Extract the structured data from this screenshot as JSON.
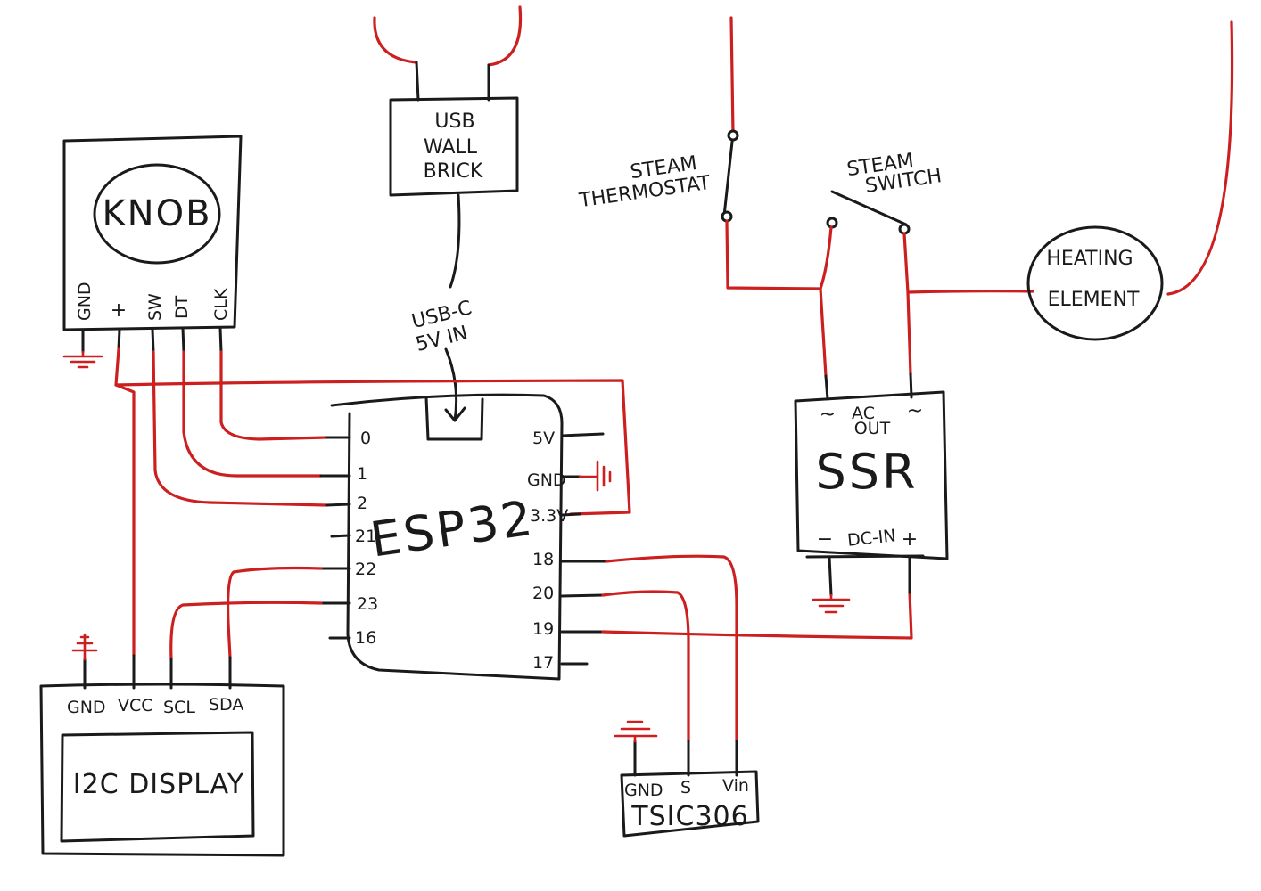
{
  "knob": {
    "title": "KNOB",
    "pins": [
      "GND",
      "+",
      "SW",
      "DT",
      "CLK"
    ]
  },
  "usb_brick": {
    "title": [
      "USB",
      "WALL",
      "BRICK"
    ]
  },
  "usb_input": {
    "label": [
      "USB-C",
      "5V IN"
    ]
  },
  "esp32": {
    "title": "ESP32",
    "left_pins": [
      "0",
      "1",
      "2",
      "21",
      "22",
      "23",
      "16"
    ],
    "right_pins": [
      "5V",
      "GND",
      "3.3V",
      "18",
      "20",
      "19",
      "17"
    ]
  },
  "steam_thermostat": {
    "label": [
      "STEAM",
      "THERMOSTAT"
    ]
  },
  "steam_switch": {
    "label": [
      "STEAM",
      "SWITCH"
    ]
  },
  "heating_element": {
    "label": [
      "HEATING",
      "ELEMENT"
    ]
  },
  "ssr": {
    "title": "SSR",
    "ac_out": [
      "AC",
      "OUT"
    ],
    "tilde": "~",
    "dc_in": "DC-IN",
    "minus": "−",
    "plus": "+"
  },
  "i2c_display": {
    "title": "I2C DISPLAY",
    "pins": [
      "GND",
      "VCC",
      "SCL",
      "SDA"
    ]
  },
  "tsic": {
    "title": "TSIC306",
    "pins": [
      "GND",
      "S",
      "Vin"
    ]
  },
  "colors": {
    "wire": "#cc1f1f",
    "ink": "#1a1a1a"
  }
}
